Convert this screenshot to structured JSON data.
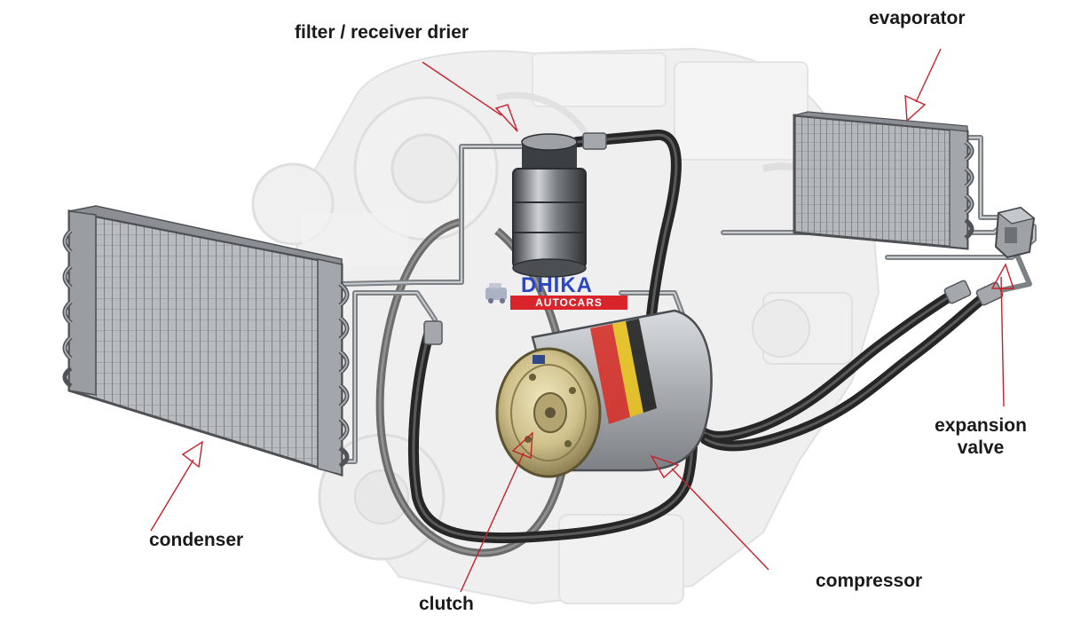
{
  "labels": {
    "filter_receiver_drier": "filter / receiver drier",
    "evaporator": "evaporator",
    "expansion_valve_line1": "expansion",
    "expansion_valve_line2": "valve",
    "condenser": "condenser",
    "clutch": "clutch",
    "compressor": "compressor"
  },
  "watermark": {
    "brand_top": "DHIKA",
    "brand_bottom": "AUTOCARS"
  },
  "colors": {
    "pointer": "#c8202a",
    "hose": "#262626",
    "metal": "#8e9296",
    "engine": "#e3e3e3",
    "brand_blue": "#2a46c4",
    "brand_red": "#d8242a"
  }
}
